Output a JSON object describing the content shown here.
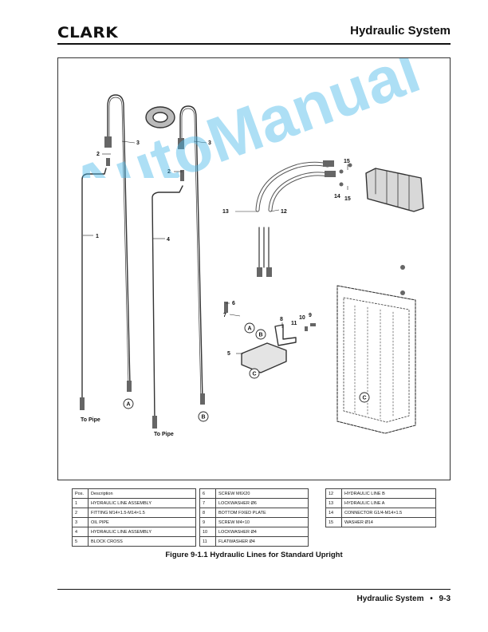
{
  "header": {
    "logo": "CLARK",
    "section": "Hydraulic System"
  },
  "figure": {
    "callouts": {
      "n1": "1",
      "n2a": "2",
      "n2b": "2",
      "n3a": "3",
      "n3b": "3",
      "n4": "4",
      "n5": "5",
      "n6": "6",
      "n7": "7",
      "n8": "8",
      "n9": "9",
      "n10": "10",
      "n11": "11",
      "n12": "12",
      "n13": "13",
      "n14": "14",
      "n15a": "15",
      "n15b": "15",
      "cA1": "A",
      "cA2": "A",
      "cB1": "B",
      "cB2": "B",
      "cC1": "C",
      "cC2": "C"
    },
    "to_pipe_1": "To Pipe",
    "to_pipe_2": "To Pipe",
    "watermark": "AutoManual"
  },
  "parts_table": {
    "header": {
      "pos": "Pos.",
      "desc": "Description"
    },
    "col1": [
      {
        "pos": "1",
        "desc": "HYDRAULIC LINE ASSEMBLY"
      },
      {
        "pos": "2",
        "desc": "FITTING M14×1.5-M14×1.5"
      },
      {
        "pos": "3",
        "desc": "OIL PIPE"
      },
      {
        "pos": "4",
        "desc": "HYDRAULIC LINE ASSEMBLY"
      },
      {
        "pos": "5",
        "desc": "BLOCK CROSS"
      }
    ],
    "col2": [
      {
        "pos": "6",
        "desc": "SCREW M6X20"
      },
      {
        "pos": "7",
        "desc": "LOCKWASHER Ø6"
      },
      {
        "pos": "8",
        "desc": "BOTTOM FIXED PLATE"
      },
      {
        "pos": "9",
        "desc": "SCREW M4×10"
      },
      {
        "pos": "10",
        "desc": "LOCKWASHER Ø4"
      },
      {
        "pos": "11",
        "desc": "FLATWASHER Ø4"
      }
    ],
    "col3": [
      {
        "pos": "12",
        "desc": "HYDRAULIC LINE B"
      },
      {
        "pos": "13",
        "desc": "HYDRAULIC LINE A"
      },
      {
        "pos": "14",
        "desc": "CONNECTOR G1/4-M14×1.5"
      },
      {
        "pos": "15",
        "desc": "WASHER Ø14"
      }
    ]
  },
  "caption": "Figure 9-1.1 Hydraulic Lines for Standard Upright",
  "footer": {
    "text": "Hydraulic System",
    "bullet": "•",
    "page": "9-3"
  }
}
